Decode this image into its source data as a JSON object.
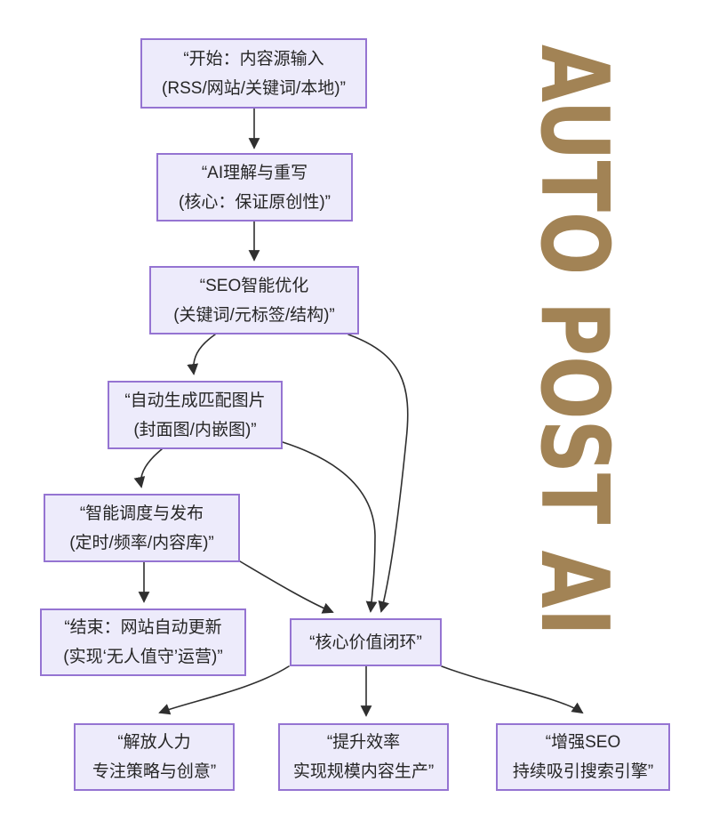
{
  "title": {
    "text": "AUTO POST AI",
    "color": "#a28355"
  },
  "colors": {
    "background": "#ffffff",
    "node_fill": "#edebfb",
    "node_border": "#9574d2",
    "node_text": "#262626",
    "edge_line": "#2f2f2f",
    "title_text": "#a28355"
  },
  "nodes": [
    {
      "id": "start",
      "line1": "“开始：内容源输入",
      "line2": "(RSS/网站/关键词/本地)”"
    },
    {
      "id": "ai-rewrite",
      "line1": "“AI理解与重写",
      "line2": "(核心：保证原创性)”"
    },
    {
      "id": "seo-optimize",
      "line1": "“SEO智能优化",
      "line2": "(关键词/元标签/结构)”"
    },
    {
      "id": "image-gen",
      "line1": "“自动生成匹配图片",
      "line2": "(封面图/内嵌图)”"
    },
    {
      "id": "scheduling",
      "line1": "“智能调度与发布",
      "line2": "(定时/频率/内容库)”"
    },
    {
      "id": "end",
      "line1": "“结束：网站自动更新",
      "line2": "(实现‘无人值守’运营)”"
    },
    {
      "id": "value-loop",
      "line1": "“核心价值闭环”"
    },
    {
      "id": "free-manpower",
      "line1": "“解放人力",
      "line2": "专注策略与创意”"
    },
    {
      "id": "efficiency",
      "line1": "“提升效率",
      "line2": "实现规模内容生产”"
    },
    {
      "id": "seo-boost",
      "line1": "“增强SEO",
      "line2": "持续吸引搜索引擎”"
    }
  ],
  "flow": {
    "edges": [
      {
        "from": "start",
        "to": "ai-rewrite"
      },
      {
        "from": "ai-rewrite",
        "to": "seo-optimize"
      },
      {
        "from": "seo-optimize",
        "to": "image-gen"
      },
      {
        "from": "seo-optimize",
        "to": "value-loop"
      },
      {
        "from": "image-gen",
        "to": "scheduling"
      },
      {
        "from": "image-gen",
        "to": "value-loop"
      },
      {
        "from": "scheduling",
        "to": "end"
      },
      {
        "from": "scheduling",
        "to": "value-loop"
      },
      {
        "from": "value-loop",
        "to": "free-manpower"
      },
      {
        "from": "value-loop",
        "to": "efficiency"
      },
      {
        "from": "value-loop",
        "to": "seo-boost"
      }
    ]
  }
}
